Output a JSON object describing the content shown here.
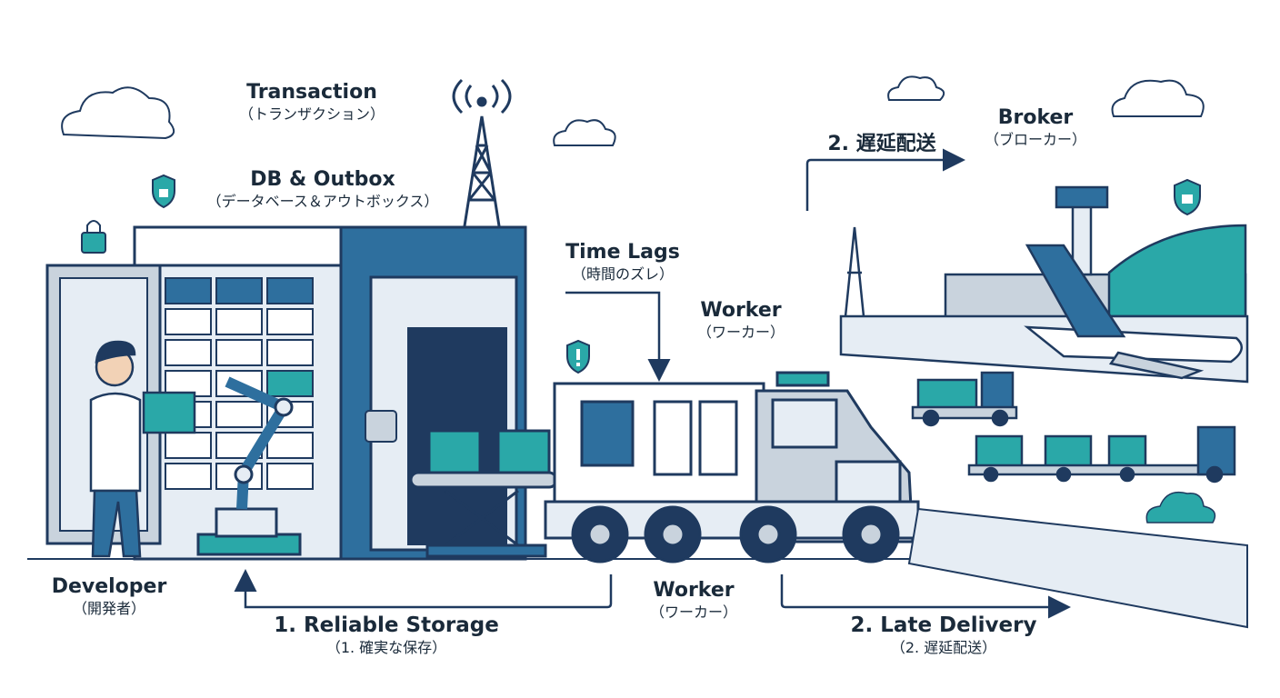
{
  "labels": {
    "transaction": {
      "en": "Transaction",
      "jp": "（トランザクション）"
    },
    "db_outbox": {
      "en": "DB & Outbox",
      "jp": "（データベース＆アウトボックス）"
    },
    "time_lags": {
      "en": "Time Lags",
      "jp": "（時間のズレ）"
    },
    "worker_top": {
      "en": "Worker",
      "jp": "（ワーカー）"
    },
    "broker": {
      "en": "Broker",
      "jp": "（ブローカー）"
    },
    "delayed_top": {
      "en": "2. 遅延配送"
    },
    "developer": {
      "en": "Developer",
      "jp": "（開発者）"
    },
    "reliable_storage": {
      "en": "1. Reliable Storage",
      "jp": "（1. 確実な保存）"
    },
    "worker_bottom": {
      "en": "Worker",
      "jp": "（ワーカー）"
    },
    "late_delivery": {
      "en": "2. Late Delivery",
      "jp": "（2. 遅延配送）"
    }
  },
  "colors": {
    "navy": "#1f3a5f",
    "blue": "#2e6f9e",
    "teal": "#2aa8a8",
    "light": "#e6edf4",
    "grey": "#c9d3dd"
  }
}
